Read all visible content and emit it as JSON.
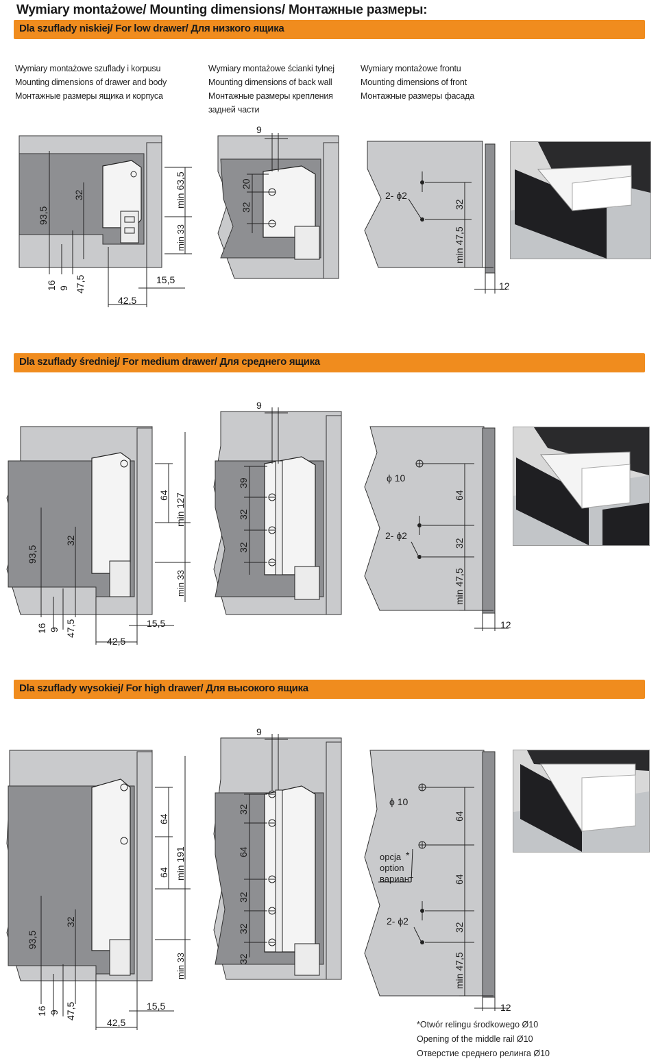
{
  "page": {
    "title": "Wymiary montażowe/ Mounting dimensions/ Монтажные размеры:"
  },
  "colors": {
    "accent": "#f08c1e",
    "panel": "#c9cacc",
    "drawer": "#8e8f92",
    "metal": "#e6e6e6",
    "line": "#1a1a1a"
  },
  "sections": {
    "low": {
      "heading": "Dla szuflady niskiej/ For low drawer/ Для низкого ящика"
    },
    "medium": {
      "heading": "Dla szuflady średniej/ For medium drawer/ Для среднего ящика"
    },
    "high": {
      "heading": "Dla szuflady wysokiej/ For high drawer/ Для высокого ящика"
    }
  },
  "captions": {
    "body": [
      "Wymiary montażowe szuflady i korpusu",
      "Mounting dimensions of drawer and body",
      "Монтажные размеры ящика и корпуса"
    ],
    "back": [
      "Wymiary montażowe ścianki tylnej",
      "Mounting dimensions of back wall",
      "Монтажные размеры крепления",
      "задней части"
    ],
    "front": [
      "Wymiary montażowe frontu",
      "Mounting dimensions of front",
      "Монтажные размеры фасада"
    ]
  },
  "dims": {
    "common": {
      "d16": "16",
      "d9": "9",
      "d47_5": "47,5",
      "d42_5": "42,5",
      "d15_5": "15,5",
      "d93_5": "93,5",
      "d32": "32",
      "min33": "min 33",
      "wall9": "9",
      "front12": "12",
      "min47_5": "min 47,5",
      "hole2": "2- ϕ2",
      "hole10": "ϕ 10"
    },
    "low": {
      "minH": "min 63,5",
      "back20": "20",
      "back32": "32",
      "front32": "32"
    },
    "medium": {
      "d64": "64",
      "minH": "min 127",
      "back39": "39",
      "back32a": "32",
      "back32b": "32",
      "front64": "64",
      "front32": "32"
    },
    "high": {
      "d64a": "64",
      "d64b": "64",
      "minH": "min 191",
      "back32a": "32",
      "back64": "64",
      "back32b": "32",
      "back32c": "32",
      "back32d": "32",
      "front64a": "64",
      "front64b": "64",
      "front32": "32",
      "option": [
        "opcja",
        "option",
        "вариант"
      ],
      "asterisk": "*"
    }
  },
  "footnote": [
    "*Otwór relingu środkowego Ø10",
    "Opening of the middle rail Ø10",
    "Отверстие среднего релинга Ø10"
  ]
}
